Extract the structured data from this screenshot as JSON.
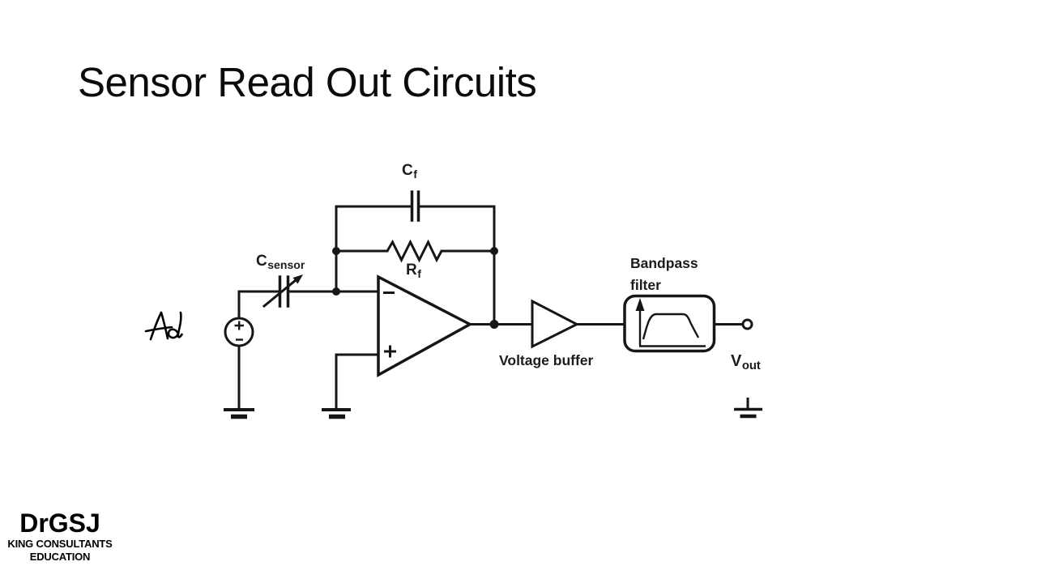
{
  "slide": {
    "title": "Sensor Read Out Circuits",
    "background_color": "#ffffff",
    "ink_color": "#161616"
  },
  "diagram": {
    "labels": {
      "feedback_capacitor": {
        "main": "C",
        "sub": "f"
      },
      "feedback_resistor": {
        "main": "R",
        "sub": "f"
      },
      "sensor_capacitor": {
        "main": "C",
        "sub": "sensor"
      },
      "output_voltage": {
        "main": "V",
        "sub": "out"
      },
      "voltage_buffer": "Voltage buffer",
      "bandpass_filter_line1": "Bandpass",
      "bandpass_filter_line2": "filter"
    },
    "opamp": {
      "inverting_input": "-",
      "noninverting_input": "+"
    },
    "source": {
      "positive": "+",
      "negative": "-"
    }
  },
  "annotation": {
    "text": "Ad"
  },
  "logo": {
    "name": "DrGSJ",
    "line1": "KING CONSULTANTS",
    "line2": "EDUCATION"
  }
}
